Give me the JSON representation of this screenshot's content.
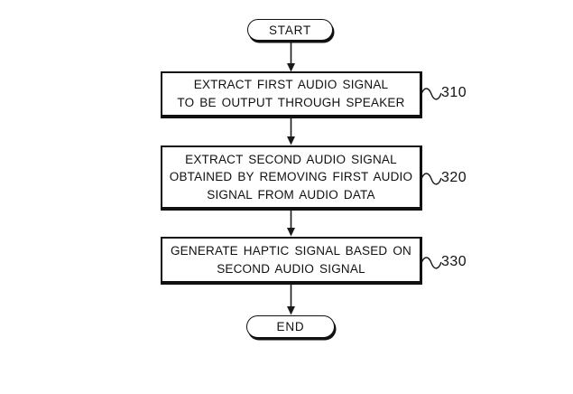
{
  "figure": {
    "type": "flowchart",
    "background_color": "#ffffff",
    "line_color": "#111111",
    "start": {
      "label": "START"
    },
    "end": {
      "label": "END"
    },
    "steps": [
      {
        "text": "EXTRACT FIRST AUDIO SIGNAL\nTO BE OUTPUT THROUGH SPEAKER",
        "ref": "310"
      },
      {
        "text": "EXTRACT SECOND AUDIO SIGNAL\nOBTAINED BY REMOVING FIRST AUDIO\nSIGNAL FROM AUDIO DATA",
        "ref": "320"
      },
      {
        "text": "GENERATE HAPTIC SIGNAL BASED ON\nSECOND AUDIO SIGNAL",
        "ref": "330"
      }
    ]
  }
}
